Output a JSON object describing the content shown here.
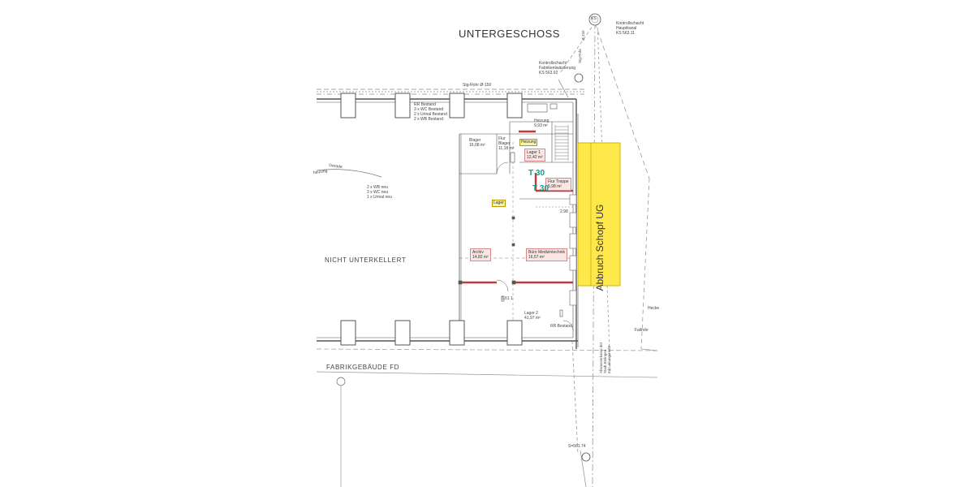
{
  "plan": {
    "title": "UNTERGESCHOSS",
    "ks_symbol": "KS",
    "kontrollschacht_haupt": [
      "Kontrollschacht",
      "Hauptkanal",
      "KS 563.11"
    ],
    "kontrollschacht_fabrik": [
      "Kontrollschacht",
      "Fabrikentwässerung",
      "KS 563.92"
    ],
    "stg_rohr": "Stg-Rohr  Ø-150",
    "stg_rohr_2": "Stg-Rohr",
    "pipe_label_1": "Ø-150",
    "sanitary_existing": [
      "RR Bestand",
      "3 x WC Bestand",
      "2 x Urinal Bestand",
      "2 x WB Bestand"
    ],
    "sanitary_new": [
      "2 x WB neu",
      "3 x WC neu",
      "1 x Urinal neu"
    ],
    "heizung_left": "heizung",
    "gerade": "Gerade",
    "not_basement": "NICHT UNTERKELLERT",
    "factory_building": "FABRIKGEBÄUDE FD",
    "abbruch": "Abbruch Schopf UG",
    "t30_a": "T 30",
    "t30_b": "T 30",
    "rooms": {
      "blager": [
        "Blager",
        "16,08 m²"
      ],
      "flur_blager": [
        "Flur",
        "Blager",
        "11,18 m²"
      ],
      "heizung": [
        "Heizung",
        "9,93 m²"
      ],
      "lager1": [
        "Lager 1",
        "12,42 m²"
      ],
      "flur_treppe": [
        "Flur Treppe",
        "5,98 m²"
      ],
      "archiv": [
        "Archiv",
        "14,82 m²"
      ],
      "buero": [
        "Büro Medizintechnik",
        "16,57 m²"
      ],
      "lager2": [
        "Lager 2",
        "41,97 m²"
      ]
    },
    "tags": {
      "heizung": "Heizung",
      "lager": "Lager"
    },
    "rr_bestand": "RR Bestand",
    "abwasser_kanal": [
      "Abwasserkanal der",
      "Stadt Bölingen",
      "mit Leitungsrecht"
    ],
    "elevation": "S=561.74",
    "dim_a": "2.98",
    "dim_b": "1.61 1",
    "hecke": "Hecke",
    "fallrohr": "Fallrohr"
  }
}
